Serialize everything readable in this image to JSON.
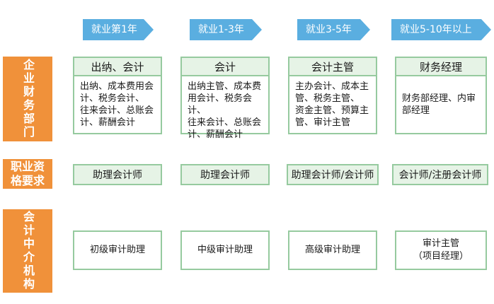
{
  "headers": [
    "就业第1年",
    "就业1-3年",
    "就业3-5年",
    "就业5-10年以上"
  ],
  "rows": {
    "enterprise": {
      "label": "企业财务部门",
      "titles": [
        "出纳、会计",
        "会计",
        "会计主管",
        "财务经理"
      ],
      "descriptions": [
        "出纳、成本费用会\n计、税务会计、\n往来会计、总账会\n计、薪酬会计",
        "出纳主管、成本费\n用会计、税务会计、\n往来会计、总账会\n计、薪酬会计",
        "主办会计、成本主\n管、税务主管、\n资金主管、预算主\n管、审计主管",
        "财务部经理、内审\n部经理"
      ]
    },
    "qualification": {
      "label": "职业资格要求",
      "items": [
        "助理会计师",
        "助理会计师",
        "助理会计师/会计师",
        "会计师/注册会计师"
      ]
    },
    "intermediary": {
      "label": "会计中介机构",
      "items": [
        "初级审计助理",
        "中级审计助理",
        "高级审计助理",
        "审计主管\n（项目经理）"
      ]
    }
  },
  "colors": {
    "header_arrow": "#5aaee0",
    "side_label": "#f0913a",
    "box_border": "#96ca9f",
    "box_fill": "#e6f3e6"
  }
}
